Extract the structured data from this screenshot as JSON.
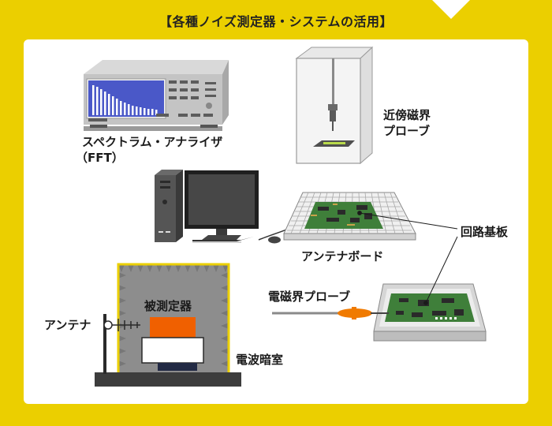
{
  "title": "【各種ノイズ測定器・システムの活用】",
  "labels": {
    "spectrum_analyzer_line1": "スペクトラム・アナライザ",
    "spectrum_analyzer_line2": "（FFT）",
    "nearfield_probe_line1": "近傍磁界",
    "nearfield_probe_line2": "プローブ",
    "circuit_board": "回路基板",
    "antenna_board": "アンテナボード",
    "em_probe": "電磁界プローブ",
    "dut": "被測定器",
    "antenna": "アンテナ",
    "anechoic_chamber": "電波暗室"
  },
  "colors": {
    "background": "#ebcf00",
    "panel": "#ffffff",
    "pcb": "#3f7f3a",
    "dut": "#f06000",
    "probe": "#f07a00",
    "screen": "#4a58c8"
  }
}
